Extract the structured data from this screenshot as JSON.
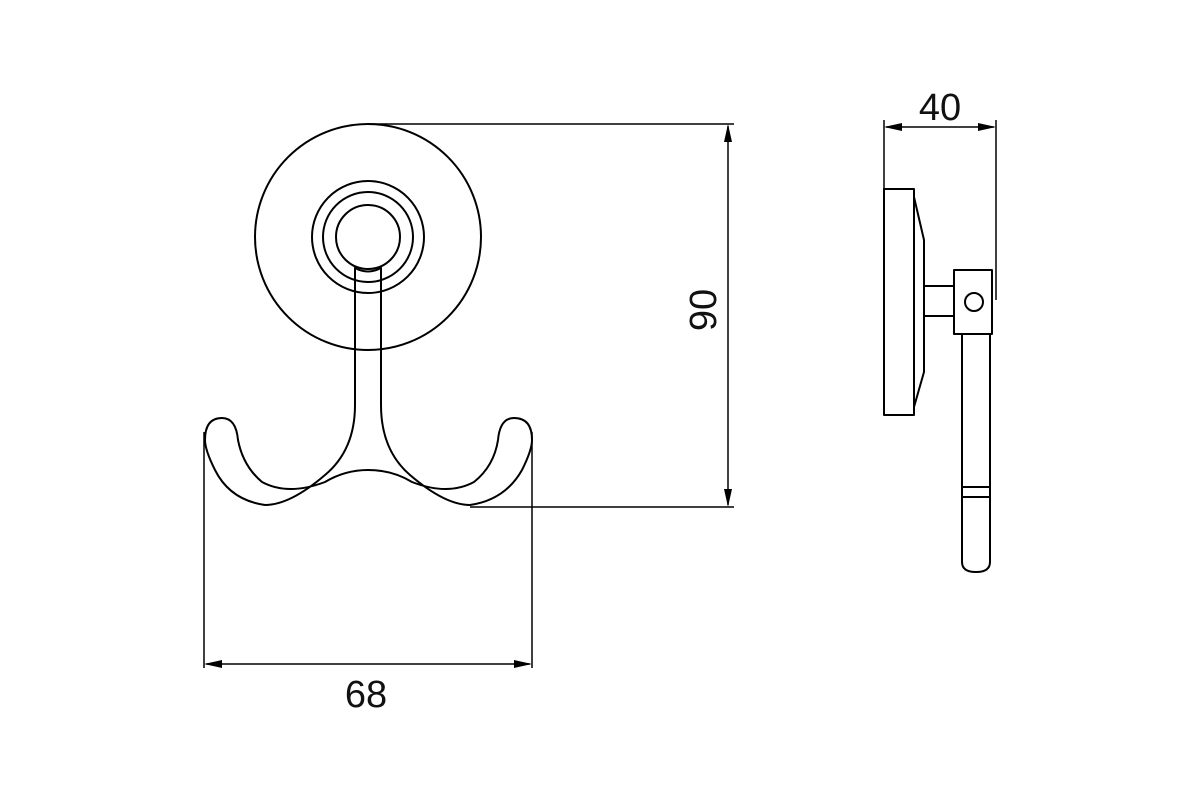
{
  "dimensions": {
    "width_label": "68",
    "height_label": "90",
    "depth_label": "40"
  },
  "colors": {
    "line": "#000000",
    "background": "#ffffff"
  }
}
